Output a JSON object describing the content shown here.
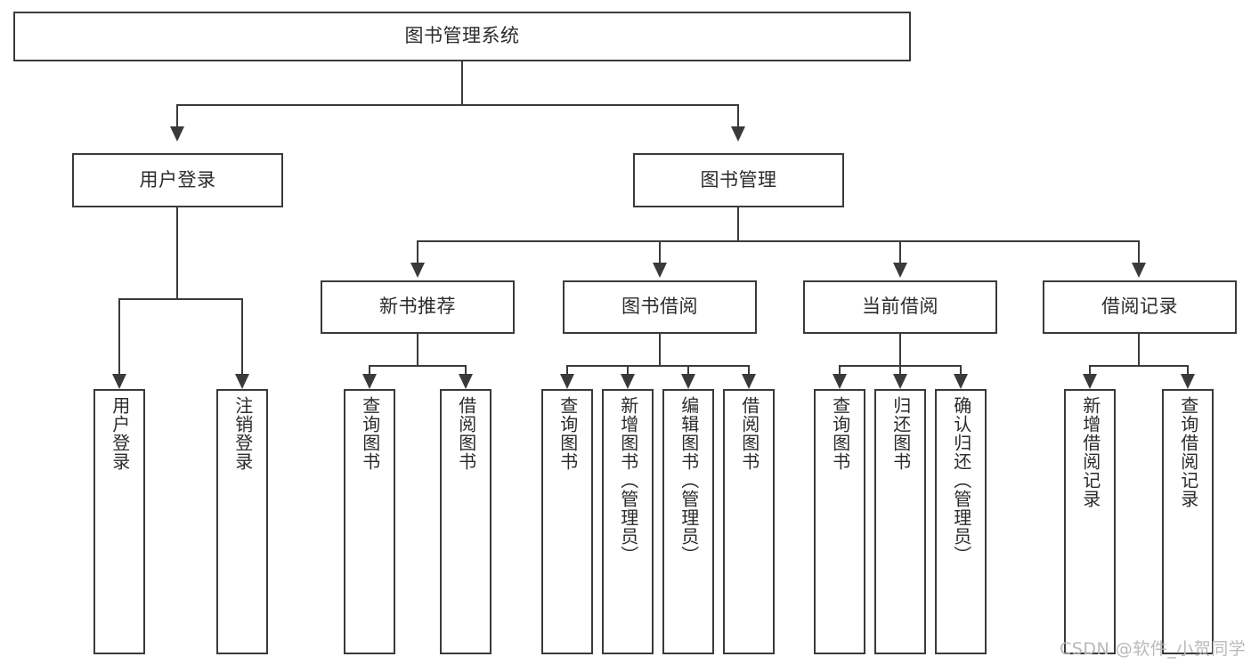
{
  "diagram": {
    "type": "tree-hierarchy-chart",
    "title": "图书管理系统",
    "nodes": {
      "root": {
        "label": "图书管理系统"
      },
      "level1": [
        {
          "id": "user-login",
          "label": "用户登录"
        },
        {
          "id": "book-management",
          "label": "图书管理"
        }
      ],
      "level2": [
        {
          "id": "new-book-recommend",
          "label": "新书推荐"
        },
        {
          "id": "book-borrow",
          "label": "图书借阅"
        },
        {
          "id": "current-borrow",
          "label": "当前借阅"
        },
        {
          "id": "borrow-record",
          "label": "借阅记录"
        }
      ],
      "leaves": {
        "user_login": [
          {
            "id": "leaf-user-login",
            "label": "用户登录"
          },
          {
            "id": "leaf-logout-login",
            "label": "注销登录"
          }
        ],
        "new_book_recommend": [
          {
            "id": "leaf-query-book-1",
            "label": "查询图书"
          },
          {
            "id": "leaf-borrow-book-1",
            "label": "借阅图书"
          }
        ],
        "book_borrow": [
          {
            "id": "leaf-query-book-2",
            "label": "查询图书"
          },
          {
            "id": "leaf-add-book",
            "label": "新增图书（管理员）"
          },
          {
            "id": "leaf-edit-book",
            "label": "编辑图书（管理员）"
          },
          {
            "id": "leaf-borrow-book-2",
            "label": "借阅图书"
          }
        ],
        "current_borrow": [
          {
            "id": "leaf-query-book-3",
            "label": "查询图书"
          },
          {
            "id": "leaf-return-book",
            "label": "归还图书"
          },
          {
            "id": "leaf-confirm-return",
            "label": "确认归还（管理员）"
          }
        ],
        "borrow_record": [
          {
            "id": "leaf-add-record",
            "label": "新增借阅记录"
          },
          {
            "id": "leaf-query-record",
            "label": "查询借阅记录"
          }
        ]
      }
    },
    "colors": {
      "stroke": "#3a3a3a",
      "text": "#2b2b2b",
      "background": "#ffffff",
      "watermark": "#b9b9b9"
    }
  },
  "watermark": {
    "text": "CSDN @软件_小贺同学"
  }
}
